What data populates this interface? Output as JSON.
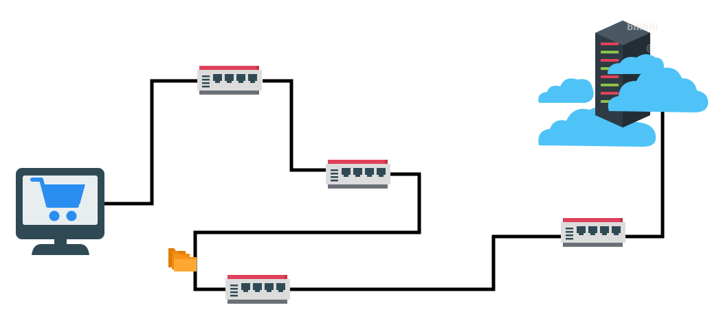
{
  "title": "",
  "nodes": [
    {
      "id": "client",
      "kind": "computer",
      "icon": "shopping-cart-icon"
    },
    {
      "id": "switch-1",
      "kind": "switch",
      "icon": "network-switch-icon"
    },
    {
      "id": "switch-2",
      "kind": "switch",
      "icon": "network-switch-icon"
    },
    {
      "id": "switch-3",
      "kind": "switch",
      "icon": "network-switch-icon"
    },
    {
      "id": "switch-4",
      "kind": "switch",
      "icon": "network-switch-icon"
    },
    {
      "id": "packet",
      "kind": "data-packet",
      "icon": "folder-icon"
    },
    {
      "id": "server",
      "kind": "cloud-server",
      "icon": "server-rack-icon"
    }
  ],
  "links": [
    {
      "from": "client",
      "to": "switch-1"
    },
    {
      "from": "switch-1",
      "to": "switch-2"
    },
    {
      "from": "switch-2",
      "to": "switch-3"
    },
    {
      "from": "switch-3",
      "to": "switch-4"
    },
    {
      "from": "switch-4",
      "to": "server"
    }
  ],
  "colors": {
    "wire": "#000000",
    "monitor": "#2f4a55",
    "screen": "#e8eef0",
    "cart": "#2a8df0",
    "switch_body": "#dcdcdc",
    "switch_top": "#e0415a",
    "switch_ports": "#2f4a55",
    "folder": "#f7941d",
    "cloud": "#4fc3f7",
    "server": "#2f3b44"
  },
  "watermark": {
    "logo": "bilibili",
    "handle": "@"
  }
}
